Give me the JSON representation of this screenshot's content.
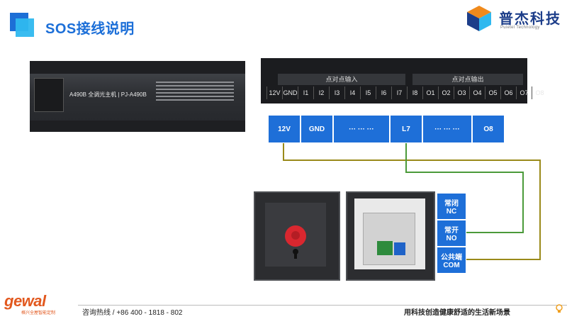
{
  "header": {
    "title": "SOS接线说明"
  },
  "logo": {
    "cn": "普杰科技",
    "en": "Puietel Technology"
  },
  "device": {
    "label": "A490B 全调光主机 | PJ-A490B"
  },
  "strip": {
    "input_caption": "点对点输入",
    "output_caption": "点对点输出",
    "pins": [
      "12V",
      "GND",
      "I1",
      "I2",
      "I3",
      "I4",
      "I5",
      "I6",
      "I7",
      "I8",
      "O1",
      "O2",
      "O3",
      "O4",
      "O5",
      "O6",
      "O7",
      "O8"
    ]
  },
  "terminals": [
    "12V",
    "GND",
    "··· ··· ···",
    "L7",
    "··· ··· ···",
    "O8"
  ],
  "contacts": [
    {
      "cn": "常闭",
      "en": "NC"
    },
    {
      "cn": "常开",
      "en": "NO"
    },
    {
      "cn": "公共端",
      "en": "COM"
    }
  ],
  "footer": {
    "brand": "gewal",
    "brand_sub": "格兴全屋智能定制",
    "hotline": "咨询热线 / +86 400 - 1818 - 802",
    "slogan": "用科技创造健康舒适的生活新场景"
  },
  "colors": {
    "accent": "#1e6fd8",
    "wire": "#9a8a1a",
    "wire2": "#4b9a3a",
    "brand": "#e2581e"
  },
  "icons": [
    "sos-button-icon",
    "lightbulb-icon",
    "logo-mark-icon"
  ]
}
